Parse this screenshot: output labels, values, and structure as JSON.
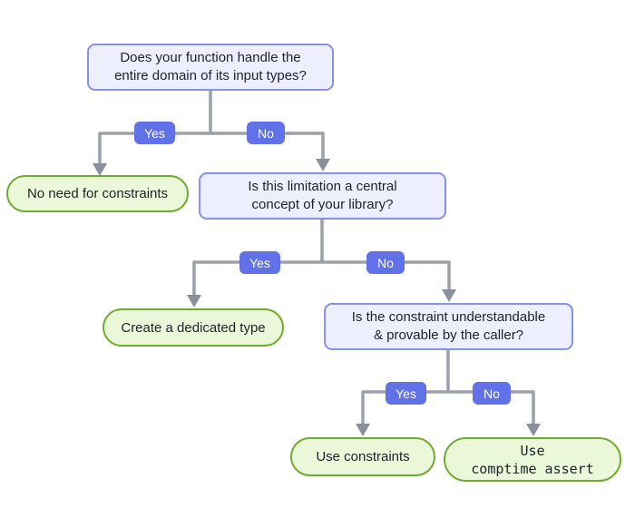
{
  "diagram_type": "flowchart-decision-tree",
  "colors": {
    "background": "#FFFFFF",
    "question_fill": "#EDEFFE",
    "question_border": "#8391F0",
    "answer_fill": "#EAF7D9",
    "answer_border": "#70AB2E",
    "edge_label_bg": "#6172E8",
    "edge_label_text": "#FFFFFF",
    "connector_line": "#9CA1A9",
    "arrowhead": "#8B919B",
    "node_text": "#1D222B"
  },
  "nodes": {
    "q1": {
      "text": "Does your function handle the\nentire domain of its input types?"
    },
    "q2": {
      "text": "Is this limitation a central\nconcept of your library?"
    },
    "q3": {
      "text": "Is the constraint understandable\n& provable by the caller?"
    },
    "a1": {
      "text": "No need for constraints"
    },
    "a2": {
      "text": "Create a dedicated type"
    },
    "a3": {
      "text": "Use constraints"
    },
    "a4": {
      "text": "Use\ncomptime assert"
    }
  },
  "edge_labels": {
    "yes": "Yes",
    "no": "No"
  },
  "edges": [
    {
      "from": "q1",
      "label": "Yes",
      "to": "a1"
    },
    {
      "from": "q1",
      "label": "No",
      "to": "q2"
    },
    {
      "from": "q2",
      "label": "Yes",
      "to": "a2"
    },
    {
      "from": "q2",
      "label": "No",
      "to": "q3"
    },
    {
      "from": "q3",
      "label": "Yes",
      "to": "a3"
    },
    {
      "from": "q3",
      "label": "No",
      "to": "a4"
    }
  ]
}
